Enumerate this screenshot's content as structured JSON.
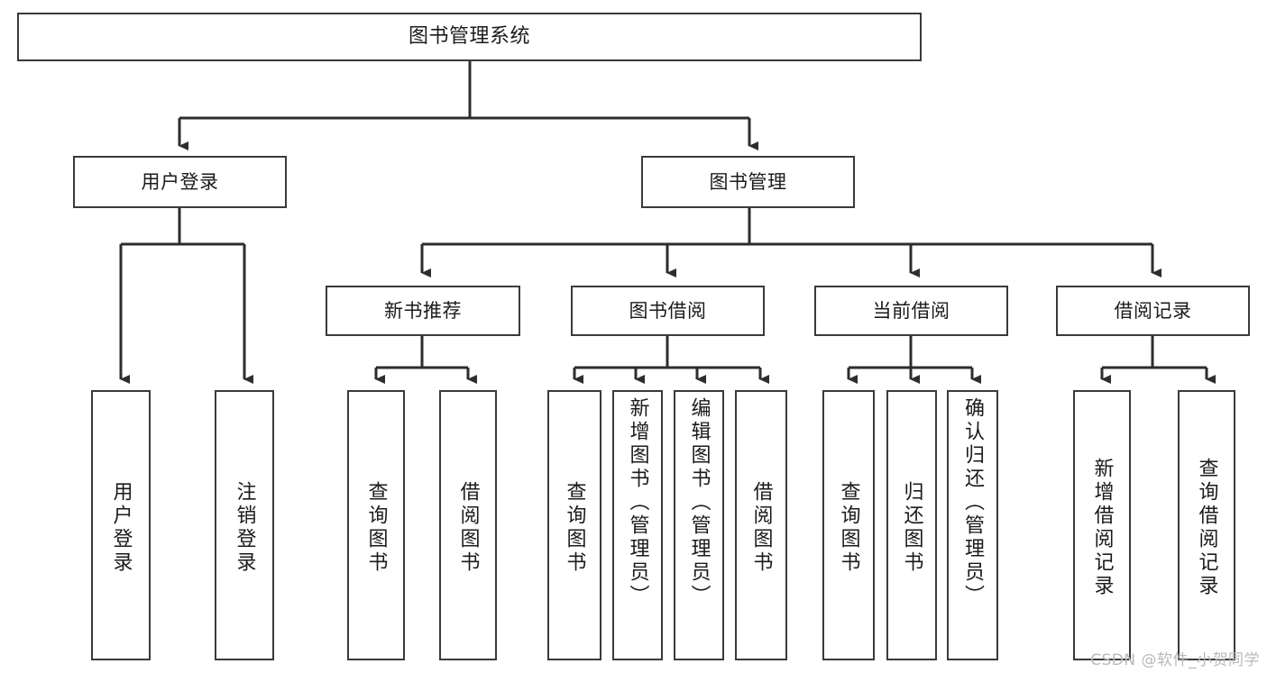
{
  "diagram": {
    "title": "图书管理系统",
    "type": "tree",
    "watermark": "CSDN @软件_小贺同学",
    "colors": {
      "box_border": "#3a3a3a",
      "box_fill": "#ffffff",
      "text": "#1b1b1b",
      "connector": "#2d2d2d",
      "watermark": "#b9b9b9",
      "background": "#ffffff"
    },
    "root": {
      "id": "root",
      "label": "图书管理系统"
    },
    "level2": [
      {
        "id": "user-login",
        "label": "用户登录"
      },
      {
        "id": "book-manage",
        "label": "图书管理"
      }
    ],
    "level3": [
      {
        "id": "new-book-recommend",
        "label": "新书推荐",
        "parent": "book-manage"
      },
      {
        "id": "book-borrow",
        "label": "图书借阅",
        "parent": "book-manage"
      },
      {
        "id": "current-borrow",
        "label": "当前借阅",
        "parent": "book-manage"
      },
      {
        "id": "borrow-record",
        "label": "借阅记录",
        "parent": "book-manage"
      }
    ],
    "leaves": [
      {
        "id": "leaf-user-login",
        "label": "用户登录",
        "parent": "user-login"
      },
      {
        "id": "leaf-logout-login",
        "label": "注销登录",
        "parent": "user-login"
      },
      {
        "id": "leaf-query-book-1",
        "label": "查询图书",
        "parent": "new-book-recommend"
      },
      {
        "id": "leaf-borrow-book-1",
        "label": "借阅图书",
        "parent": "new-book-recommend"
      },
      {
        "id": "leaf-query-book-2",
        "label": "查询图书",
        "parent": "book-borrow"
      },
      {
        "id": "leaf-add-book-admin",
        "label": "新增图书（管理员）",
        "parent": "book-borrow"
      },
      {
        "id": "leaf-edit-book-admin",
        "label": "编辑图书（管理员）",
        "parent": "book-borrow"
      },
      {
        "id": "leaf-borrow-book-2",
        "label": "借阅图书",
        "parent": "book-borrow"
      },
      {
        "id": "leaf-query-book-3",
        "label": "查询图书",
        "parent": "current-borrow"
      },
      {
        "id": "leaf-return-book",
        "label": "归还图书",
        "parent": "current-borrow"
      },
      {
        "id": "leaf-confirm-return-admin",
        "label": "确认归还（管理员）",
        "parent": "current-borrow"
      },
      {
        "id": "leaf-add-borrow-record",
        "label": "新增借阅记录",
        "parent": "borrow-record"
      },
      {
        "id": "leaf-query-borrow-record",
        "label": "查询借阅记录",
        "parent": "borrow-record"
      }
    ]
  }
}
